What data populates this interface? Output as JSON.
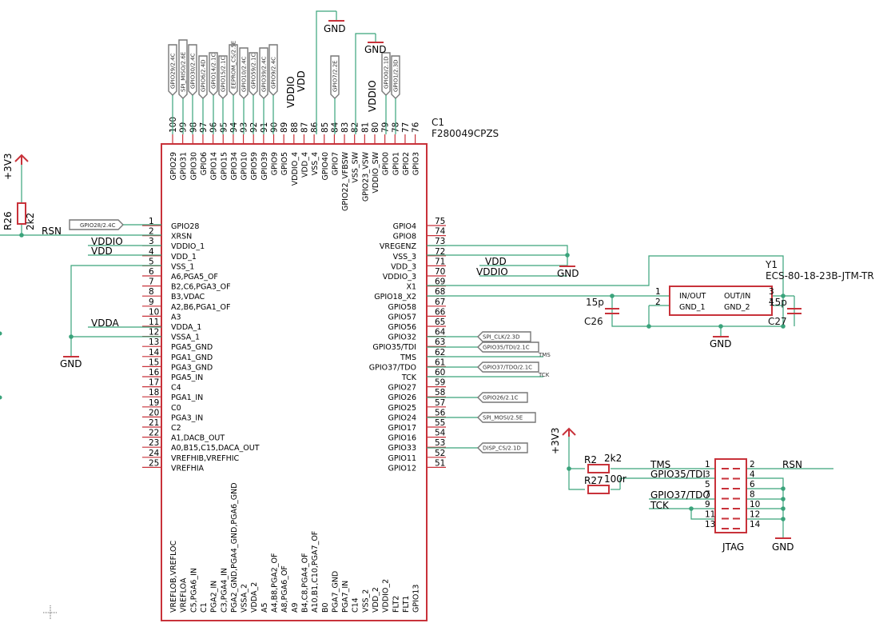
{
  "chip": {
    "ref": "C1",
    "value": "F280049CPZS",
    "left_pins": [
      {
        "num": "1",
        "name": "GPIO28"
      },
      {
        "num": "2",
        "name": "XRSN"
      },
      {
        "num": "3",
        "name": "VDDIO_1"
      },
      {
        "num": "4",
        "name": "VDD_1"
      },
      {
        "num": "5",
        "name": "VSS_1"
      },
      {
        "num": "6",
        "name": "A6,PGA5_OF"
      },
      {
        "num": "7",
        "name": "B2,C6,PGA3_OF"
      },
      {
        "num": "8",
        "name": "B3,VDAC"
      },
      {
        "num": "9",
        "name": "A2,B6,PGA1_OF"
      },
      {
        "num": "10",
        "name": "A3"
      },
      {
        "num": "11",
        "name": "VDDA_1"
      },
      {
        "num": "12",
        "name": "VSSA_1"
      },
      {
        "num": "13",
        "name": "PGA5_GND"
      },
      {
        "num": "14",
        "name": "PGA1_GND"
      },
      {
        "num": "15",
        "name": "PGA3_GND"
      },
      {
        "num": "16",
        "name": "PGA5_IN"
      },
      {
        "num": "17",
        "name": "C4"
      },
      {
        "num": "18",
        "name": "PGA1_IN"
      },
      {
        "num": "19",
        "name": "C0"
      },
      {
        "num": "20",
        "name": "PGA3_IN"
      },
      {
        "num": "21",
        "name": "C2"
      },
      {
        "num": "22",
        "name": "A1,DACB_OUT"
      },
      {
        "num": "23",
        "name": "A0,B15,C15,DACA_OUT"
      },
      {
        "num": "24",
        "name": "VREFHIB,VREFHIC"
      },
      {
        "num": "25",
        "name": "VREFHIA"
      }
    ],
    "right_pins": [
      {
        "num": "75",
        "name": "GPIO4"
      },
      {
        "num": "74",
        "name": "GPIO8"
      },
      {
        "num": "73",
        "name": "VREGENZ"
      },
      {
        "num": "72",
        "name": "VSS_3"
      },
      {
        "num": "71",
        "name": "VDD_3"
      },
      {
        "num": "70",
        "name": "VDDIO_3"
      },
      {
        "num": "69",
        "name": "X1"
      },
      {
        "num": "68",
        "name": "GPIO18_X2"
      },
      {
        "num": "67",
        "name": "GPIO58"
      },
      {
        "num": "66",
        "name": "GPIO57"
      },
      {
        "num": "65",
        "name": "GPIO56"
      },
      {
        "num": "64",
        "name": "GPIO32"
      },
      {
        "num": "63",
        "name": "GPIO35/TDI"
      },
      {
        "num": "62",
        "name": "TMS"
      },
      {
        "num": "61",
        "name": "GPIO37/TDO"
      },
      {
        "num": "60",
        "name": "TCK"
      },
      {
        "num": "59",
        "name": "GPIO27"
      },
      {
        "num": "58",
        "name": "GPIO26"
      },
      {
        "num": "57",
        "name": "GPIO25"
      },
      {
        "num": "56",
        "name": "GPIO24"
      },
      {
        "num": "55",
        "name": "GPIO17"
      },
      {
        "num": "54",
        "name": "GPIO16"
      },
      {
        "num": "53",
        "name": "GPIO33"
      },
      {
        "num": "52",
        "name": "GPIO11"
      },
      {
        "num": "51",
        "name": "GPIO12"
      }
    ],
    "top_pins": [
      {
        "num": "100",
        "name": "GPIO29"
      },
      {
        "num": "99",
        "name": "GPIO31"
      },
      {
        "num": "98",
        "name": "GPIO30"
      },
      {
        "num": "97",
        "name": "GPIO6"
      },
      {
        "num": "96",
        "name": "GPIO14"
      },
      {
        "num": "95",
        "name": "GPIO15"
      },
      {
        "num": "94",
        "name": "GPIO34"
      },
      {
        "num": "93",
        "name": "GPIO10"
      },
      {
        "num": "92",
        "name": "GPIO59"
      },
      {
        "num": "91",
        "name": "GPIO39"
      },
      {
        "num": "90",
        "name": "GPIO9"
      },
      {
        "num": "89",
        "name": "GPIO5"
      },
      {
        "num": "88",
        "name": "VDDIO_4"
      },
      {
        "num": "87",
        "name": "VDD_4"
      },
      {
        "num": "86",
        "name": "VSS_4"
      },
      {
        "num": "85",
        "name": "GPIO40"
      },
      {
        "num": "84",
        "name": "GPIO7"
      },
      {
        "num": "83",
        "name": "GPIO22_VFBSW"
      },
      {
        "num": "82",
        "name": "VSS_SW"
      },
      {
        "num": "81",
        "name": "GPIO23_VSW"
      },
      {
        "num": "80",
        "name": "VDDIO_SW"
      },
      {
        "num": "79",
        "name": "GPIO0"
      },
      {
        "num": "78",
        "name": "GPIO1"
      },
      {
        "num": "77",
        "name": "GPIO2"
      },
      {
        "num": "76",
        "name": "GPIO3"
      }
    ],
    "bottom_names": [
      "VREFLOB,VREFLOC",
      "VREFLOA",
      "C5,PGA6_IN",
      "C1",
      "PGA2_IN",
      "C3,PGA4_IN",
      "PGA2_GND,PGA4_GND,PGA6_GND",
      "VSSA_2",
      "VDDA_2",
      "A5",
      "A4,B8,PGA2_OF",
      "A8,PGA6_OF",
      "A9",
      "B4,C8,PGA4_OF",
      "A10,B1,C10,PGA7_OF",
      "B0",
      "PGA7_GND",
      "PGA7_IN",
      "C14",
      "VSS_2",
      "VDD_2",
      "VDDIO_2",
      "FLT2",
      "FLT1",
      "GPIO13"
    ]
  },
  "top_flags": [
    {
      "text": "GPIO29/2.4C"
    },
    {
      "text": "SPI_MISO/2.6E"
    },
    {
      "text": "GPIO30/2.4C"
    },
    {
      "text": "GPIO6/2.4D"
    },
    {
      "text": "GPIO14/2.1C"
    },
    {
      "text": "GPIO15/2.1C"
    },
    {
      "text": "EEPROM_CS/2.5E"
    },
    {
      "text": "GPIO10/2.4C"
    },
    {
      "text": "GPIO59/2.1C"
    },
    {
      "text": "GPIO39/2.4C"
    },
    {
      "text": "GPIO9/2.4C"
    },
    {
      "text": "GPIO7/2.2E"
    },
    {
      "text": "GPIO0/2.1D"
    },
    {
      "text": "GPIO1/2.3D"
    }
  ],
  "left_flags": [
    {
      "text": "GPIO28/2.4C"
    }
  ],
  "right_flags": [
    {
      "text": "SPI_CLK/2.3D"
    },
    {
      "text": "GPIO35/TDI/2.1C"
    },
    {
      "text": "GPIO37/TDO/2.1C"
    },
    {
      "text": "GPIO26/2.1C"
    },
    {
      "text": "SPI_MOSI/2.5E"
    },
    {
      "text": "DISP_CS/2.1D"
    }
  ],
  "nets": {
    "vddio": "VDDIO",
    "vdd": "VDD",
    "vdda": "VDDA",
    "gnd": "GND",
    "rsn": "RSN",
    "v3v3": "+3V3",
    "tms": "TMS",
    "tck": "TCK",
    "gpio35_tdi": "GPIO35/TDI",
    "gpio37_tdo": "GPIO37/TDO",
    "tms_small": "TMS",
    "tck_small": "TCK"
  },
  "components": {
    "r26": {
      "ref": "R26",
      "value": "2k2"
    },
    "r2": {
      "ref": "R2",
      "value": "2k2"
    },
    "r27": {
      "ref": "R27",
      "value": "100r"
    },
    "x1": {
      "ref": "Y1",
      "value": "ECS-80-18-23B-JTM-TR",
      "pin1": "IN/OUT",
      "pin3": "OUT/IN",
      "pin2": "GND_1",
      "pin4": "GND_2",
      "n1": "1",
      "n2": "2",
      "n3": "3",
      "n4": "4"
    },
    "c26": {
      "ref": "C26",
      "value": "15p"
    },
    "c27": {
      "ref": "C27",
      "value": "15p"
    },
    "jtag": {
      "ref": "JTAG",
      "left_nums": [
        "1",
        "3",
        "5",
        "7",
        "9",
        "11",
        "13"
      ],
      "right_nums": [
        "2",
        "4",
        "6",
        "8",
        "10",
        "12",
        "14"
      ]
    }
  },
  "colors": {
    "wire": "#3aa37b",
    "component": "#c8323a",
    "flag": "#777777",
    "text": "#000000"
  }
}
